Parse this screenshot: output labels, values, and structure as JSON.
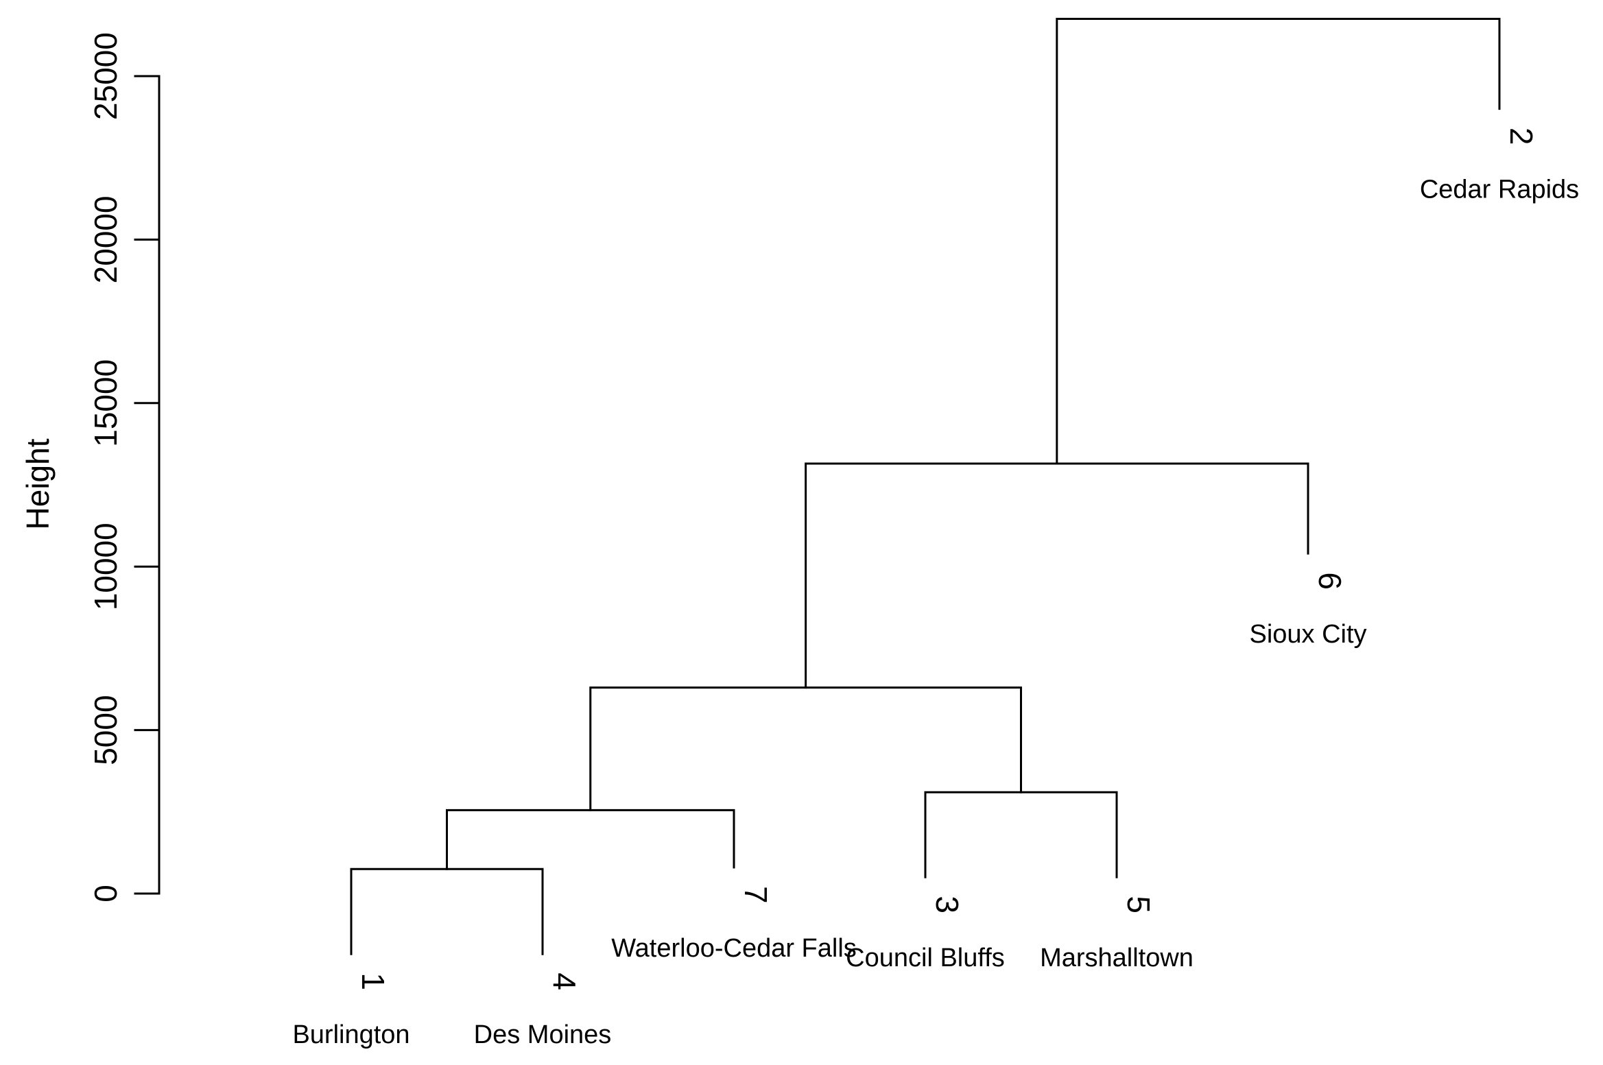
{
  "chart_data": {
    "type": "dendrogram",
    "ylabel": "Height",
    "ylim": [
      0,
      26000
    ],
    "yticks": [
      0,
      5000,
      10000,
      15000,
      20000,
      25000
    ],
    "ytick_labels": [
      "0",
      "5000",
      "10000",
      "15000",
      "20000",
      "25000"
    ],
    "leaves": [
      {
        "id": "1",
        "label": "Burlington",
        "height": -1850
      },
      {
        "id": "4",
        "label": "Des Moines",
        "height": -1850
      },
      {
        "id": "7",
        "label": "Waterloo-Cedar Falls",
        "height": 800
      },
      {
        "id": "3",
        "label": "Council Bluffs",
        "height": 500
      },
      {
        "id": "5",
        "label": "Marshalltown",
        "height": 500
      },
      {
        "id": "6",
        "label": "Sioux City",
        "height": 10400
      },
      {
        "id": "2",
        "label": "Cedar Rapids",
        "height": 24000
      }
    ],
    "merges": [
      {
        "left": "1",
        "right": "4",
        "height": 750
      },
      {
        "left": "m1",
        "right": "7",
        "height": 2550
      },
      {
        "left": "3",
        "right": "5",
        "height": 3100
      },
      {
        "left": "m2",
        "right": "m3",
        "height": 6300
      },
      {
        "left": "m4",
        "right": "6",
        "height": 13150
      },
      {
        "left": "m5",
        "right": "2",
        "height": 26750
      }
    ]
  }
}
